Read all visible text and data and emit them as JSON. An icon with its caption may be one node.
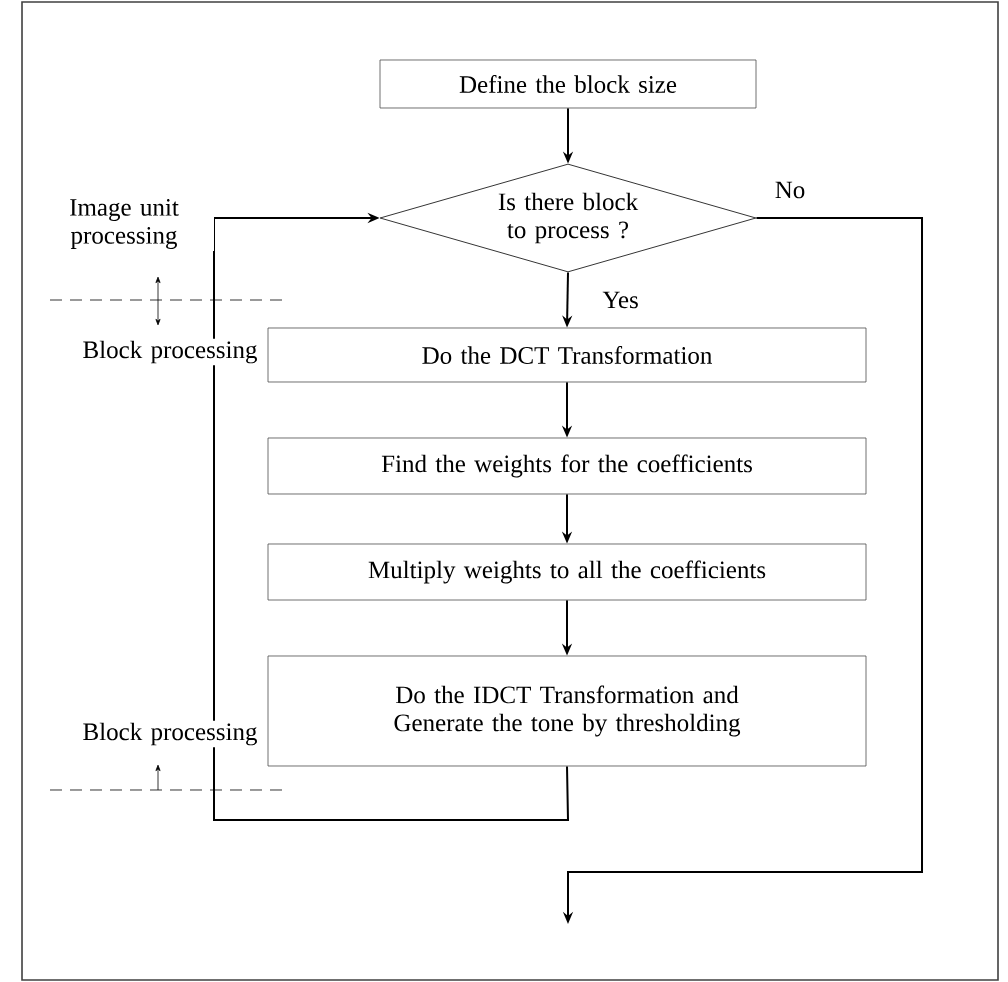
{
  "diagram": {
    "nodes": [
      {
        "text": [
          "Define the block size"
        ]
      },
      {
        "text": [
          "Is there block to process ?"
        ]
      },
      {
        "text": [
          "Do the DCT Transformation"
        ]
      },
      {
        "text": [
          "Find the weights for the coefficients"
        ]
      },
      {
        "text": [
          "Multiply weights to all the coefficients"
        ]
      },
      {
        "text": [
          "Do the IDCT Transformation and Generate the tone by thresholding"
        ]
      }
    ],
    "edges": [
      {
        "from": 0,
        "to": 1,
        "arrow": "to"
      },
      {
        "from": 1,
        "to": 2,
        "arrow": "to",
        "label": "Yes"
      },
      {
        "from": 2,
        "to": 3,
        "arrow": "to"
      },
      {
        "from": 3,
        "to": 4,
        "arrow": "to"
      },
      {
        "from": 4,
        "to": 5,
        "arrow": "to"
      },
      {
        "from": 5,
        "to": 1,
        "arrow": "to"
      },
      {
        "from": 1,
        "to": null,
        "arrow": "to",
        "label": "No"
      }
    ],
    "labels": [
      "Image unit processing",
      "Block processing",
      "Block processing"
    ]
  }
}
